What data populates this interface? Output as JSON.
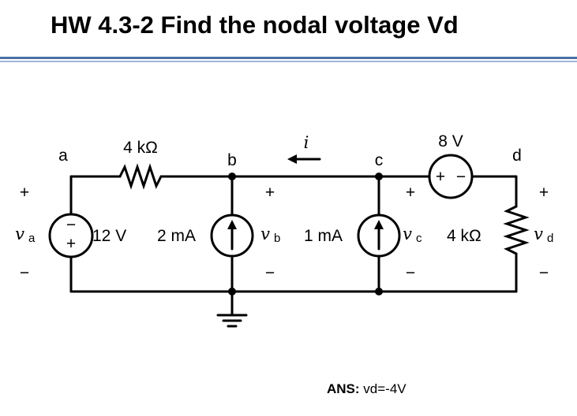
{
  "title": "HW 4.3-2 Find the nodal voltage Vd",
  "answer": {
    "label": "ANS:",
    "value": "vd=-4V"
  },
  "circuit": {
    "nodes": {
      "a": "a",
      "b": "b",
      "c": "c",
      "d": "d"
    },
    "resistor_ab": "4 kΩ",
    "resistor_d": "4 kΩ",
    "source_a": "12 V",
    "source_b": "2 mA",
    "source_c": "1 mA",
    "source_cd": "8 V",
    "current_label": "i",
    "va": {
      "v": "v",
      "sub": "a"
    },
    "vb": {
      "v": "v",
      "sub": "b"
    },
    "vc": {
      "v": "v",
      "sub": "c"
    },
    "vd": {
      "v": "v",
      "sub": "d"
    },
    "plus": "+",
    "minus": "−"
  }
}
